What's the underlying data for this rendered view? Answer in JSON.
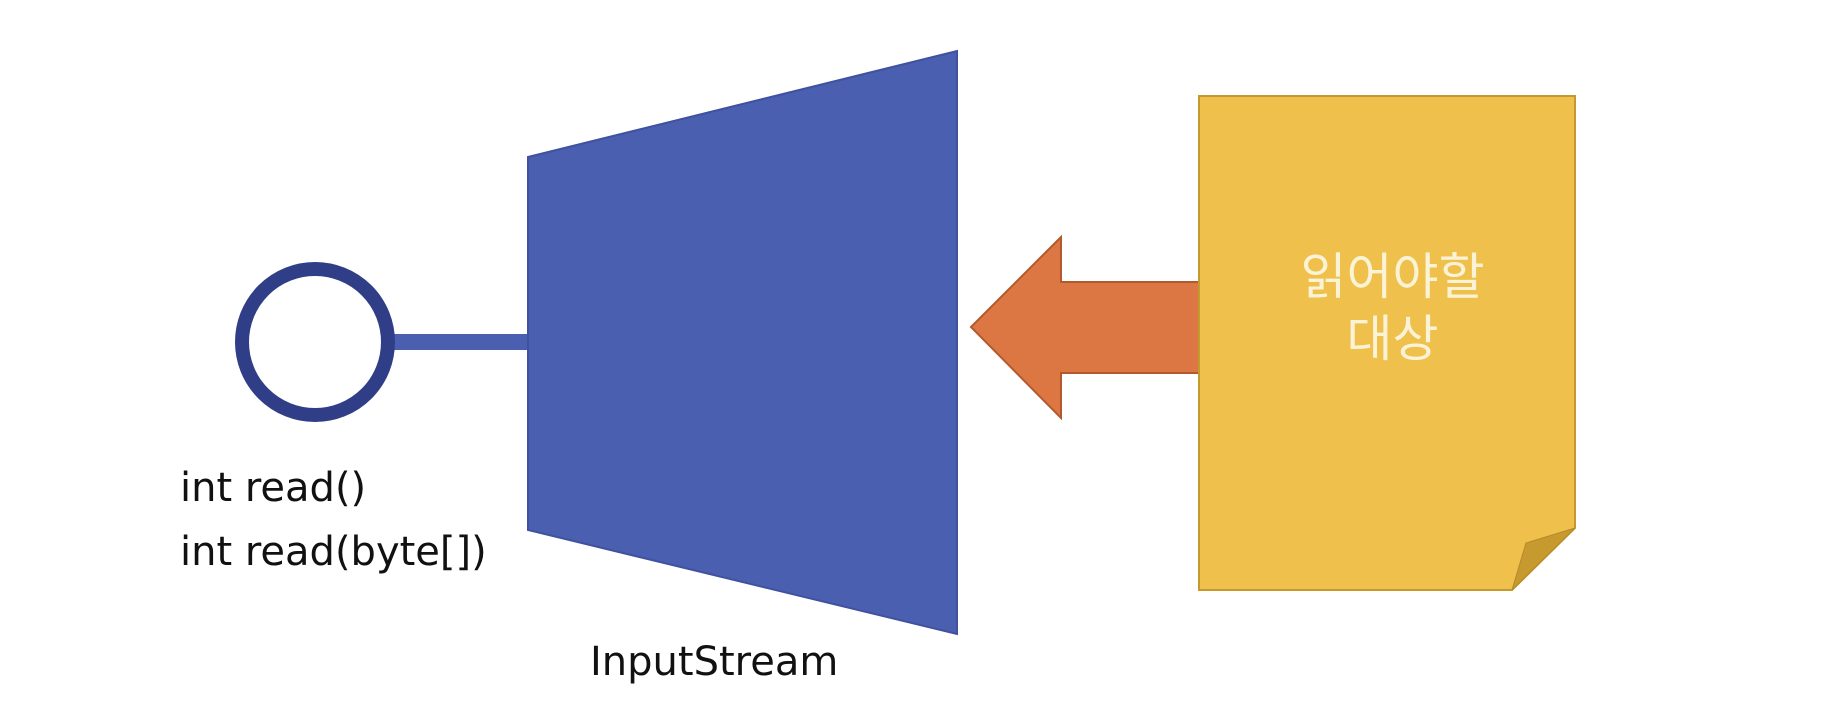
{
  "methods": [
    "int read()",
    "int read(byte[])"
  ],
  "stream_label": "InputStream",
  "target": {
    "line1": "읽어야할",
    "line2": "대상"
  },
  "colors": {
    "stream_blue": "#4b5fb0",
    "interface_navy": "#2f3e86",
    "arrow_orange": "#dc7743",
    "arrow_border": "#b25a2e",
    "document_yellow": "#f0c04d",
    "document_fold": "#c69a2f",
    "document_border": "#c49a2e"
  }
}
